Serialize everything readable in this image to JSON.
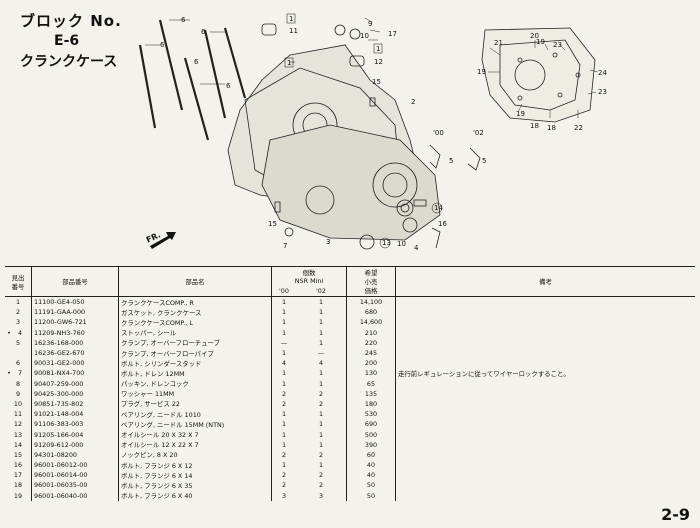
{
  "title": {
    "block": "ブロック No.",
    "code": "E-6",
    "name": "クランクケース"
  },
  "page_number": "2-9",
  "diagram": {
    "callouts": [
      "6",
      "6",
      "6",
      "6",
      "6",
      "1",
      "11",
      "9",
      "10",
      "17",
      "1",
      "12",
      "15",
      "2",
      "21",
      "20",
      "19",
      "23",
      "19",
      "24",
      "23",
      "19",
      "18",
      "18",
      "22",
      "'00",
      "'02",
      "5",
      "5",
      "14",
      "16",
      "15",
      "7",
      "3",
      "13",
      "10",
      "4"
    ],
    "fr_label": "FR."
  },
  "table": {
    "headers": {
      "see_no": "見出\n番号",
      "part_no": "部品番号",
      "part_name": "部品名",
      "qty_title": "個数",
      "model": "NSR Mini",
      "year1": "'00",
      "year2": "'02",
      "price": "希望\n小売\n価格",
      "remarks": "備考"
    },
    "rows": [
      {
        "no": "1",
        "mark": "",
        "part": "11100-GE4-050",
        "name": "クランクケースCOMP., R",
        "q1": "1",
        "q2": "1",
        "price": "14,100",
        "remark": ""
      },
      {
        "no": "2",
        "mark": "",
        "part": "11191-GAA-000",
        "name": "ガスケット, クランクケース",
        "q1": "1",
        "q2": "1",
        "price": "680",
        "remark": ""
      },
      {
        "no": "3",
        "mark": "",
        "part": "11200-GW6-721",
        "name": "クランクケースCOMP., L",
        "q1": "1",
        "q2": "1",
        "price": "14,600",
        "remark": ""
      },
      {
        "no": "4",
        "mark": "•",
        "part": "11209-NH3-760",
        "name": "ストッパー, シール",
        "q1": "1",
        "q2": "1",
        "price": "210",
        "remark": ""
      },
      {
        "no": "5",
        "mark": "",
        "part": "16236-168-000",
        "name": "クランプ, オーバーフローチューブ",
        "q1": "—",
        "q2": "1",
        "price": "220",
        "remark": ""
      },
      {
        "no": "",
        "mark": "",
        "part": "16236-GE2-670",
        "name": "クランプ, オーバーフローパイプ",
        "q1": "1",
        "q2": "—",
        "price": "245",
        "remark": ""
      },
      {
        "no": "6",
        "mark": "",
        "part": "90031-GE2-000",
        "name": "ボルト, シリンダースタッド",
        "q1": "4",
        "q2": "4",
        "price": "200",
        "remark": ""
      },
      {
        "no": "7",
        "mark": "•",
        "part": "90081-NX4-700",
        "name": "ボルト, ドレン 12MM",
        "q1": "1",
        "q2": "1",
        "price": "130",
        "remark": "走行前レギュレーションに従ってワイヤーロックすること。"
      },
      {
        "no": "8",
        "mark": "",
        "part": "90407-259-000",
        "name": "パッキン, ドレンコック",
        "q1": "1",
        "q2": "1",
        "price": "65",
        "remark": ""
      },
      {
        "no": "9",
        "mark": "",
        "part": "90425-300-000",
        "name": "ワッシャー 11MM",
        "q1": "2",
        "q2": "2",
        "price": "135",
        "remark": ""
      },
      {
        "no": "10",
        "mark": "",
        "part": "90851-735-802",
        "name": "プラグ, サービス 22",
        "q1": "2",
        "q2": "2",
        "price": "180",
        "remark": ""
      },
      {
        "no": "11",
        "mark": "",
        "part": "91021-148-004",
        "name": "ベアリング, ニードル 1010",
        "q1": "1",
        "q2": "1",
        "price": "530",
        "remark": ""
      },
      {
        "no": "12",
        "mark": "",
        "part": "91106-383-003",
        "name": "ベアリング, ニードル 15MM (NTN)",
        "q1": "1",
        "q2": "1",
        "price": "690",
        "remark": ""
      },
      {
        "no": "13",
        "mark": "",
        "part": "91205-166-004",
        "name": "オイルシール 20 X 32 X 7",
        "q1": "1",
        "q2": "1",
        "price": "500",
        "remark": ""
      },
      {
        "no": "14",
        "mark": "",
        "part": "91209-612-000",
        "name": "オイルシール 12 X 22 X 7",
        "q1": "1",
        "q2": "1",
        "price": "390",
        "remark": ""
      },
      {
        "no": "15",
        "mark": "",
        "part": "94301-08200",
        "name": "ノックピン, 8 X 20",
        "q1": "2",
        "q2": "2",
        "price": "60",
        "remark": ""
      },
      {
        "no": "16",
        "mark": "",
        "part": "96001-06012-00",
        "name": "ボルト, フランジ 6 X 12",
        "q1": "1",
        "q2": "1",
        "price": "40",
        "remark": ""
      },
      {
        "no": "17",
        "mark": "",
        "part": "96001-06014-00",
        "name": "ボルト, フランジ 6 X 14",
        "q1": "2",
        "q2": "2",
        "price": "40",
        "remark": ""
      },
      {
        "no": "18",
        "mark": "",
        "part": "96001-06035-00",
        "name": "ボルト, フランジ 6 X 35",
        "q1": "2",
        "q2": "2",
        "price": "50",
        "remark": ""
      },
      {
        "no": "19",
        "mark": "",
        "part": "96001-06040-00",
        "name": "ボルト, フランジ 6 X 40",
        "q1": "3",
        "q2": "3",
        "price": "50",
        "remark": ""
      }
    ]
  }
}
